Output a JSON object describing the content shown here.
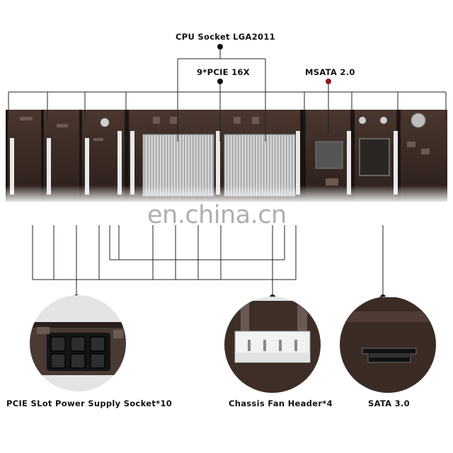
{
  "labels": {
    "cpu_socket": "CPU Socket LGA2011",
    "pcie": "9*PCIE 16X",
    "msata": "MSATA 2.0",
    "power_socket": "PCIE SLot Power Supply Socket*10",
    "fan_header": "Chassis Fan Header*4",
    "sata": "SATA 3.0"
  },
  "watermark": "en.china.cn",
  "colors": {
    "board": "#3a2a24",
    "board_dark": "#231915",
    "heatsink": "#c9c9cb",
    "line": "#222222",
    "dot": "#111111",
    "msata_dot": "#8b1a1a"
  }
}
